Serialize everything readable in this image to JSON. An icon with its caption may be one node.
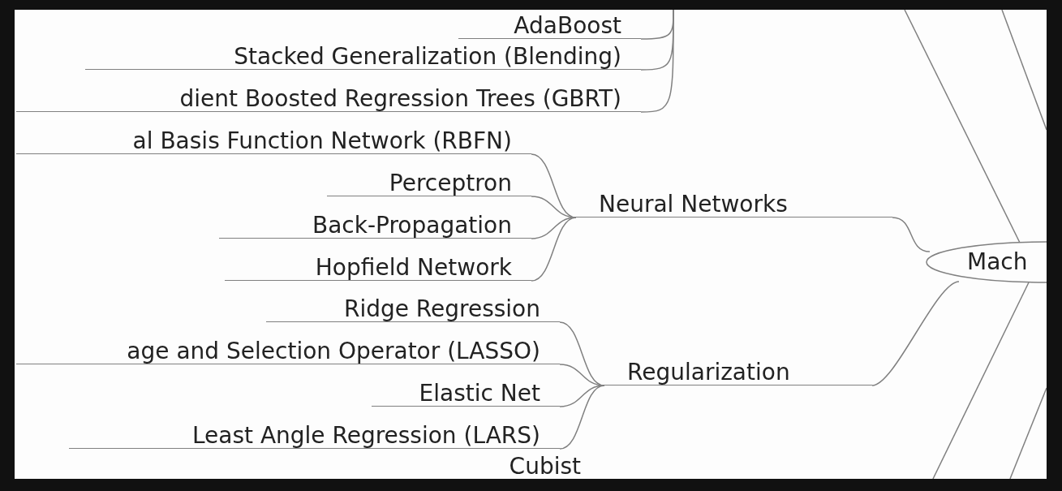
{
  "diagram": {
    "nodes": [
      {
        "text": [
          "AdaBoost"
        ]
      },
      {
        "text": [
          "Stacked Generalization (Blending)"
        ]
      },
      {
        "text": [
          "dient Boosted Regression Trees (GBRT)"
        ]
      },
      {
        "text": [
          "al Basis Function Network (RBFN)"
        ]
      },
      {
        "text": [
          "Perceptron"
        ]
      },
      {
        "text": [
          "Back-Propagation"
        ]
      },
      {
        "text": [
          "Hopfield Network"
        ]
      },
      {
        "text": [
          "Neural Networks"
        ]
      },
      {
        "text": [
          "Mach"
        ]
      },
      {
        "text": [
          "Ridge Regression"
        ]
      },
      {
        "text": [
          "age and Selection Operator (LASSO)"
        ]
      },
      {
        "text": [
          "Elastic Net"
        ]
      },
      {
        "text": [
          "Least Angle Regression (LARS)"
        ]
      },
      {
        "text": [
          "Regularization"
        ]
      },
      {
        "text": [
          "Cubist"
        ]
      }
    ],
    "edges": [
      {
        "from": null,
        "to": 0,
        "arrow": "none"
      },
      {
        "from": null,
        "to": 1,
        "arrow": "none"
      },
      {
        "from": null,
        "to": 2,
        "arrow": "none"
      },
      {
        "from": 7,
        "to": 3,
        "arrow": "none"
      },
      {
        "from": 7,
        "to": 4,
        "arrow": "none"
      },
      {
        "from": 7,
        "to": 5,
        "arrow": "none"
      },
      {
        "from": 7,
        "to": 6,
        "arrow": "none"
      },
      {
        "from": 8,
        "to": 7,
        "arrow": "none"
      },
      {
        "from": 8,
        "to": 13,
        "arrow": "none"
      },
      {
        "from": 13,
        "to": 9,
        "arrow": "none"
      },
      {
        "from": 13,
        "to": 10,
        "arrow": "none"
      },
      {
        "from": 13,
        "to": 11,
        "arrow": "none"
      },
      {
        "from": 13,
        "to": 12,
        "arrow": "none"
      },
      {
        "from": 8,
        "to": null,
        "arrow": "none"
      },
      {
        "from": 8,
        "to": null,
        "arrow": "none"
      }
    ]
  }
}
